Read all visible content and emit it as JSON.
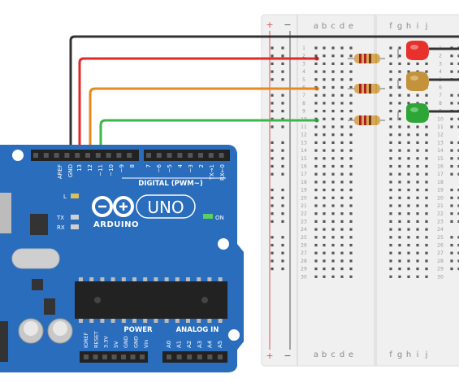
{
  "breadboard": {
    "columns_left": [
      "a",
      "b",
      "c",
      "d",
      "e"
    ],
    "columns_right": [
      "f",
      "g",
      "h",
      "i",
      "j"
    ],
    "rows": [
      "1",
      "2",
      "3",
      "4",
      "5",
      "6",
      "7",
      "8",
      "9",
      "10",
      "11",
      "12",
      "13",
      "14",
      "15",
      "16",
      "17",
      "18",
      "19",
      "20",
      "21",
      "22",
      "23",
      "24",
      "25",
      "26",
      "27",
      "28",
      "29",
      "30"
    ],
    "rail_plus": "+",
    "rail_minus": "−"
  },
  "arduino": {
    "brand": "ARDUINO",
    "model": "UNO",
    "on_label": "ON",
    "l_label": "L",
    "tx_label": "TX",
    "rx_label": "RX",
    "digital_label": "DIGITAL (PWM~)",
    "power_label": "POWER",
    "analog_label": "ANALOG IN",
    "digital_pins": [
      "AREF",
      "GND",
      "13",
      "12",
      "~11",
      "~10",
      "~9",
      "8",
      "7",
      "~6",
      "~5",
      "4",
      "~3",
      "2",
      "TX→1",
      "RX←0"
    ],
    "power_pins": [
      "IOREF",
      "RESET",
      "3.3V",
      "5V",
      "GND",
      "GND",
      "Vin"
    ],
    "analog_pins": [
      "A0",
      "A1",
      "A2",
      "A3",
      "A4",
      "A5"
    ]
  },
  "components": {
    "leds": [
      {
        "name": "red-led",
        "color": "#e8302c"
      },
      {
        "name": "yellow-led",
        "color": "#c4923a"
      },
      {
        "name": "green-led",
        "color": "#2ea537"
      }
    ],
    "wires": [
      {
        "name": "gnd-wire",
        "color": "#333333"
      },
      {
        "name": "pin13-wire",
        "color": "#e02a2a"
      },
      {
        "name": "pin12-wire",
        "color": "#e8891f"
      },
      {
        "name": "pin11-wire",
        "color": "#3cb54a"
      }
    ]
  },
  "colors": {
    "board_blue": "#2a6dbd",
    "board_dark": "#245fa8",
    "breadboard": "#f1f1f1",
    "rail_red": "#e05050",
    "rail_blue": "#4a7fd0"
  }
}
